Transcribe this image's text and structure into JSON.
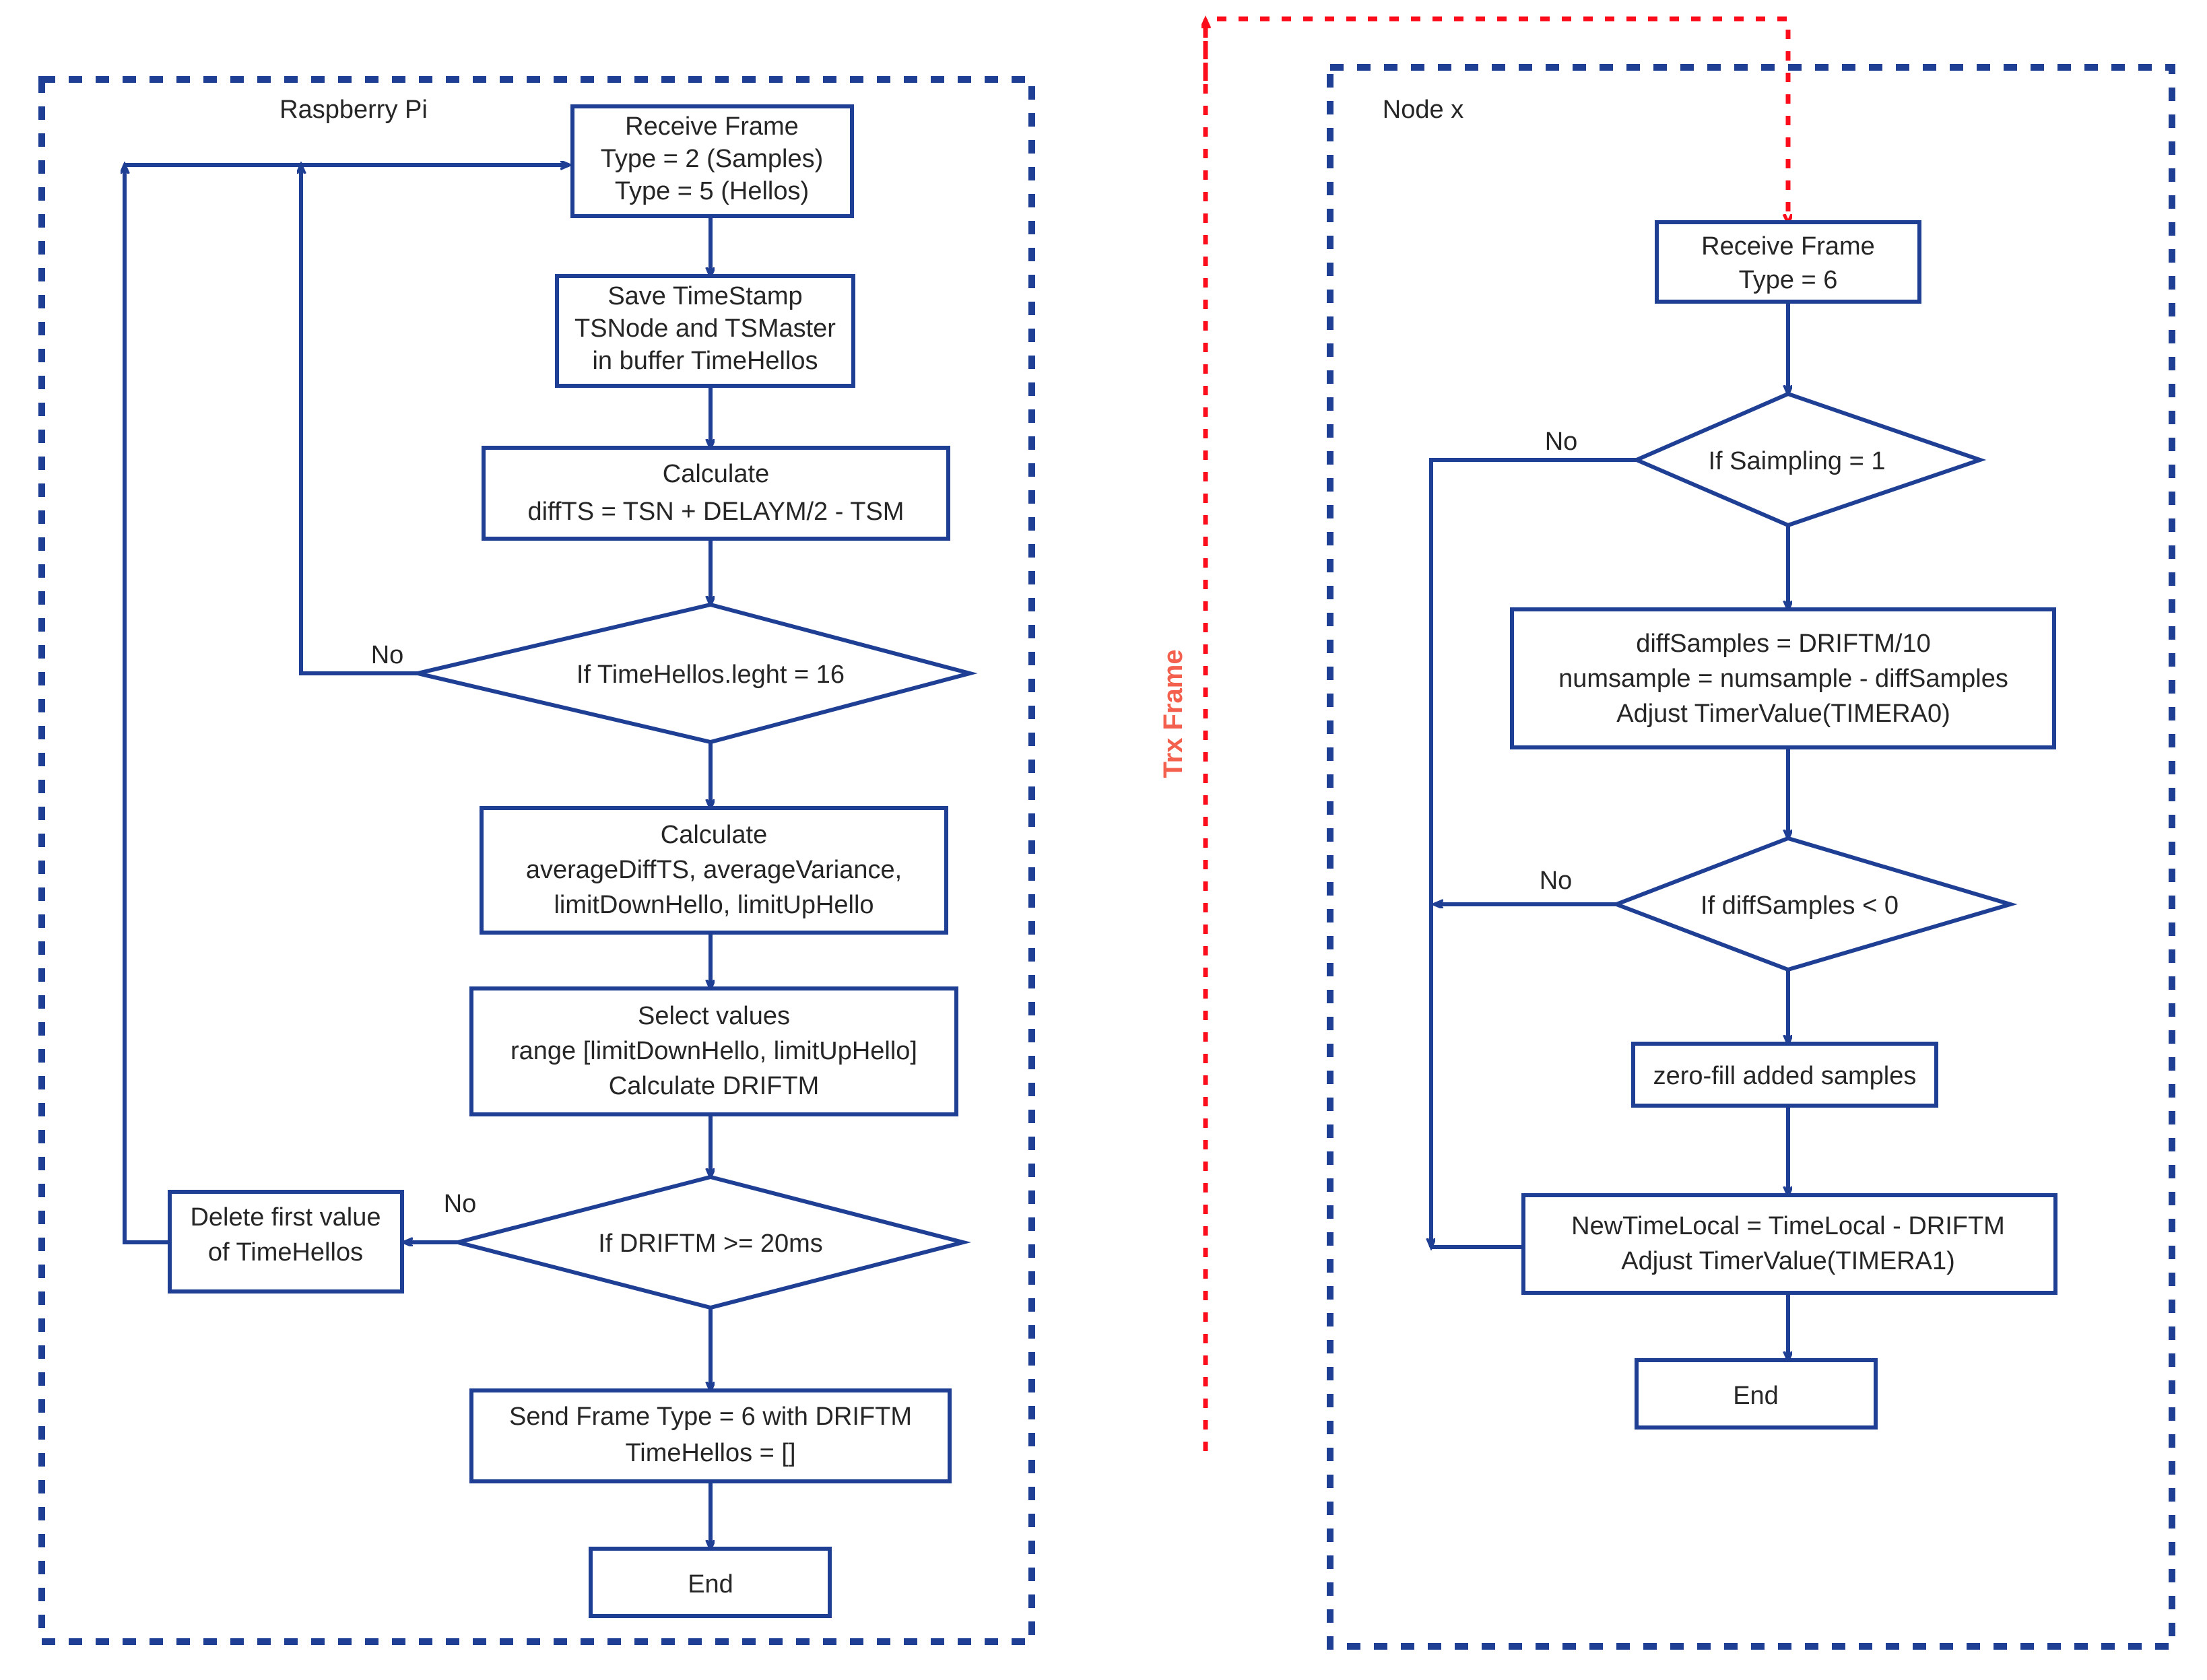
{
  "diagram": {
    "title_left": "Raspberry Pi",
    "title_right": "Node x",
    "link_label": "Trx Frame",
    "colors": {
      "shape_stroke": "#1f3f94",
      "lane_stroke": "#1f3f94",
      "link_stroke": "#fc0d1b",
      "link_label": "#f4604e",
      "text": "#262626",
      "background": "#ffffff"
    }
  },
  "lanes": [
    {
      "id": "raspberry-pi",
      "label": "Raspberry Pi"
    },
    {
      "id": "node-x",
      "label": "Node x"
    }
  ],
  "left_lane": {
    "label": "Raspberry Pi",
    "nodes": [
      {
        "id": "receive-frame",
        "shape": "process",
        "lines": [
          "Receive Frame",
          "Type = 2 (Samples)",
          "Type = 5 (Hellos)"
        ]
      },
      {
        "id": "save-timestamp",
        "shape": "process",
        "lines": [
          "Save TimeStamp",
          "TSNode and TSMaster",
          "in buffer TimeHellos"
        ]
      },
      {
        "id": "calculate-diffts",
        "shape": "process",
        "lines": [
          "Calculate",
          "diffTS = TSN + DELAYM/2 - TSM"
        ]
      },
      {
        "id": "if-timehellos-length",
        "shape": "decision",
        "lines": [
          "If TimeHellos.leght = 16"
        ]
      },
      {
        "id": "calculate-averages",
        "shape": "process",
        "lines": [
          "Calculate",
          "averageDiffTS, averageVariance,",
          "limitDownHello, limitUpHello"
        ]
      },
      {
        "id": "select-values",
        "shape": "process",
        "lines": [
          "Select values",
          "range [limitDownHello, limitUpHello]",
          "Calculate DRIFTM"
        ]
      },
      {
        "id": "if-driftm",
        "shape": "decision",
        "lines": [
          "If DRIFTM >= 20ms"
        ]
      },
      {
        "id": "delete-first-value",
        "shape": "process",
        "lines": [
          "Delete first value",
          "of TimeHellos"
        ]
      },
      {
        "id": "send-frame",
        "shape": "process",
        "lines": [
          "Send Frame Type = 6 with DRIFTM",
          "TimeHellos = []"
        ]
      },
      {
        "id": "end-left",
        "shape": "process",
        "lines": [
          "End"
        ]
      }
    ],
    "edge_labels": [
      {
        "id": "no-timehellos",
        "text": "No"
      },
      {
        "id": "no-driftm",
        "text": "No"
      }
    ]
  },
  "right_lane": {
    "label": "Node x",
    "nodes": [
      {
        "id": "receive-frame-6",
        "shape": "process",
        "lines": [
          "Receive Frame",
          "Type = 6"
        ]
      },
      {
        "id": "if-sampling",
        "shape": "decision",
        "lines": [
          "If Saimpling = 1"
        ]
      },
      {
        "id": "diff-samples",
        "shape": "process",
        "lines": [
          "diffSamples = DRIFTM/10",
          "numsample = numsample - diffSamples",
          "Adjust TimerValue(TIMERA0)"
        ]
      },
      {
        "id": "if-diffsamples-neg",
        "shape": "decision",
        "lines": [
          "If diffSamples < 0"
        ]
      },
      {
        "id": "zero-fill",
        "shape": "process",
        "lines": [
          "zero-fill added samples"
        ]
      },
      {
        "id": "new-time-local",
        "shape": "process",
        "lines": [
          "NewTimeLocal = TimeLocal - DRIFTM",
          "Adjust TimerValue(TIMERA1)"
        ]
      },
      {
        "id": "end-right",
        "shape": "process",
        "lines": [
          "End"
        ]
      }
    ],
    "edge_labels": [
      {
        "id": "no-sampling",
        "text": "No"
      },
      {
        "id": "no-diffsamples",
        "text": "No"
      }
    ]
  }
}
